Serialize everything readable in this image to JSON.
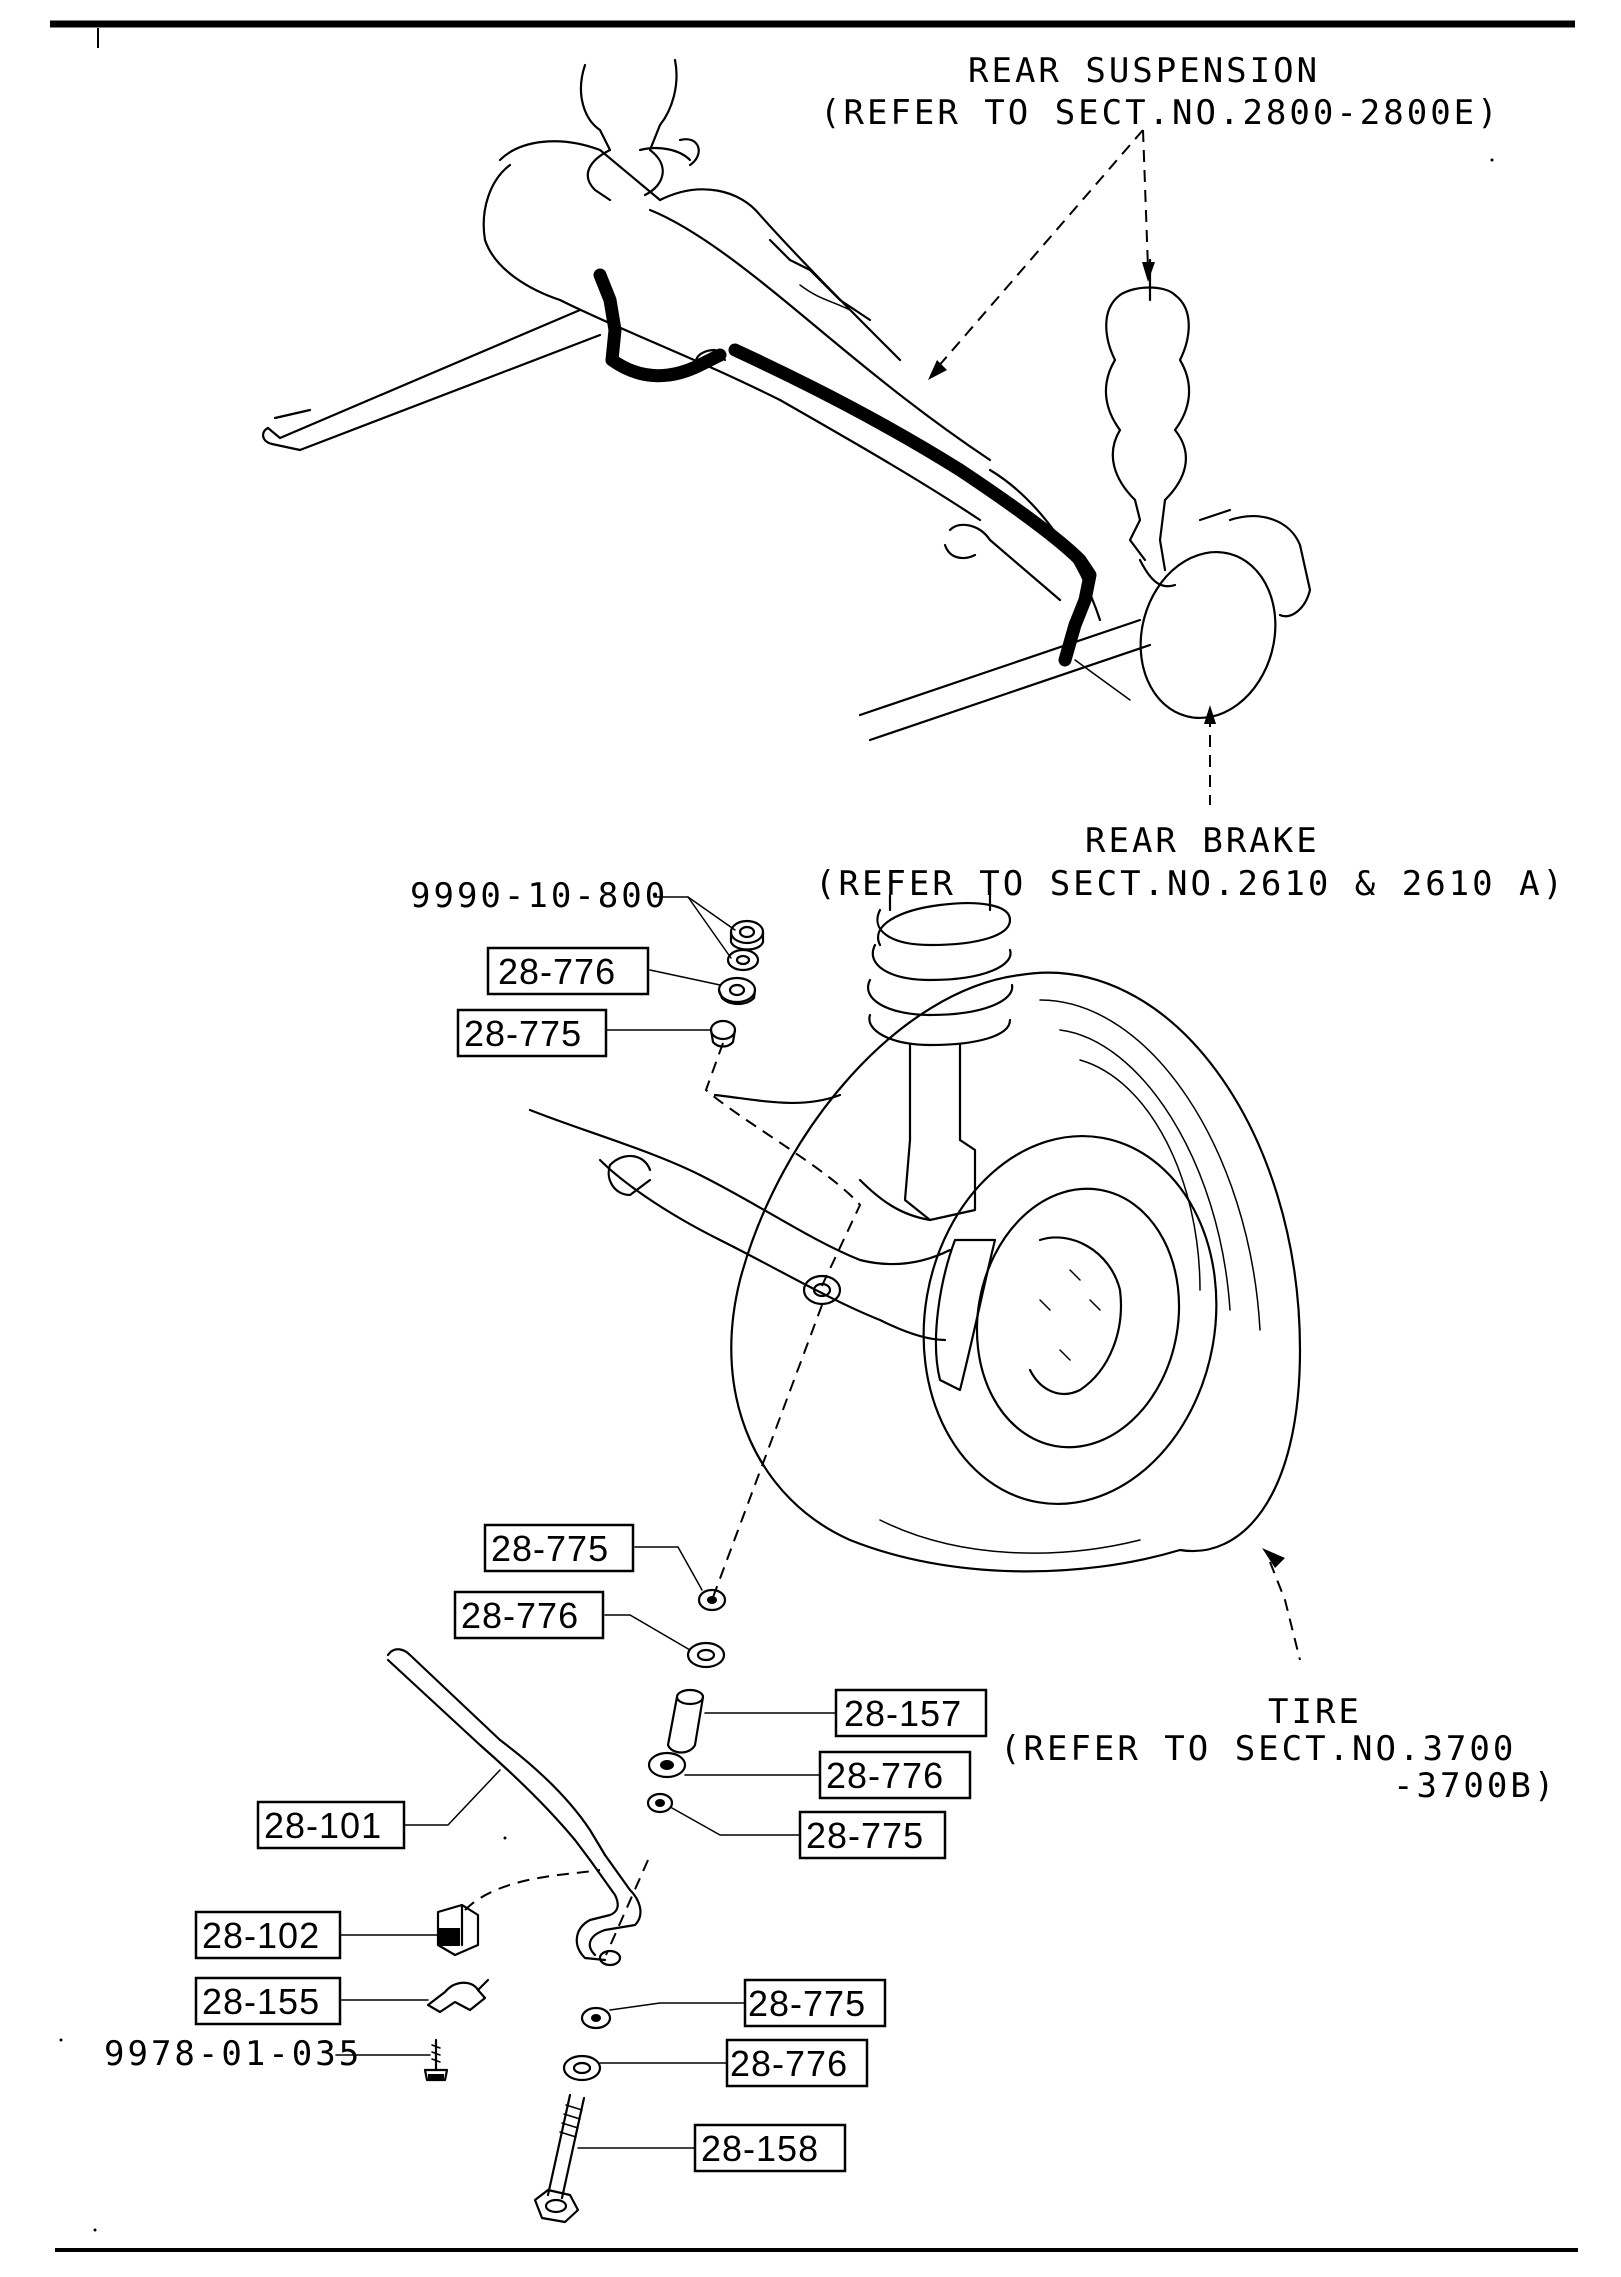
{
  "notes": {
    "rear_suspension": {
      "line1": "REAR SUSPENSION",
      "line2": "(REFER TO SECT.NO.2800-2800E)"
    },
    "rear_brake": {
      "line1": "REAR BRAKE",
      "line2": "(REFER TO SECT.NO.2610 & 2610 A)"
    },
    "tire": {
      "line1": "TIRE",
      "line2": "(REFER TO SECT.NO.3700",
      "line3": "-3700B)"
    }
  },
  "parts": {
    "nut_top": "9990-10-800",
    "washer_top": "28-776",
    "bushing_top": "28-775",
    "bushing_mid_left": "28-775",
    "washer_mid_left": "28-776",
    "spacer": "28-157",
    "washer_mid_right": "28-776",
    "bushing_mid_right": "28-775",
    "stabilizer": "28-101",
    "stabilizer_bushing": "28-102",
    "bracket": "28-155",
    "bolt_bracket": "9978-01-035",
    "bushing_low": "28-775",
    "washer_low": "28-776",
    "bolt_link": "28-158"
  }
}
